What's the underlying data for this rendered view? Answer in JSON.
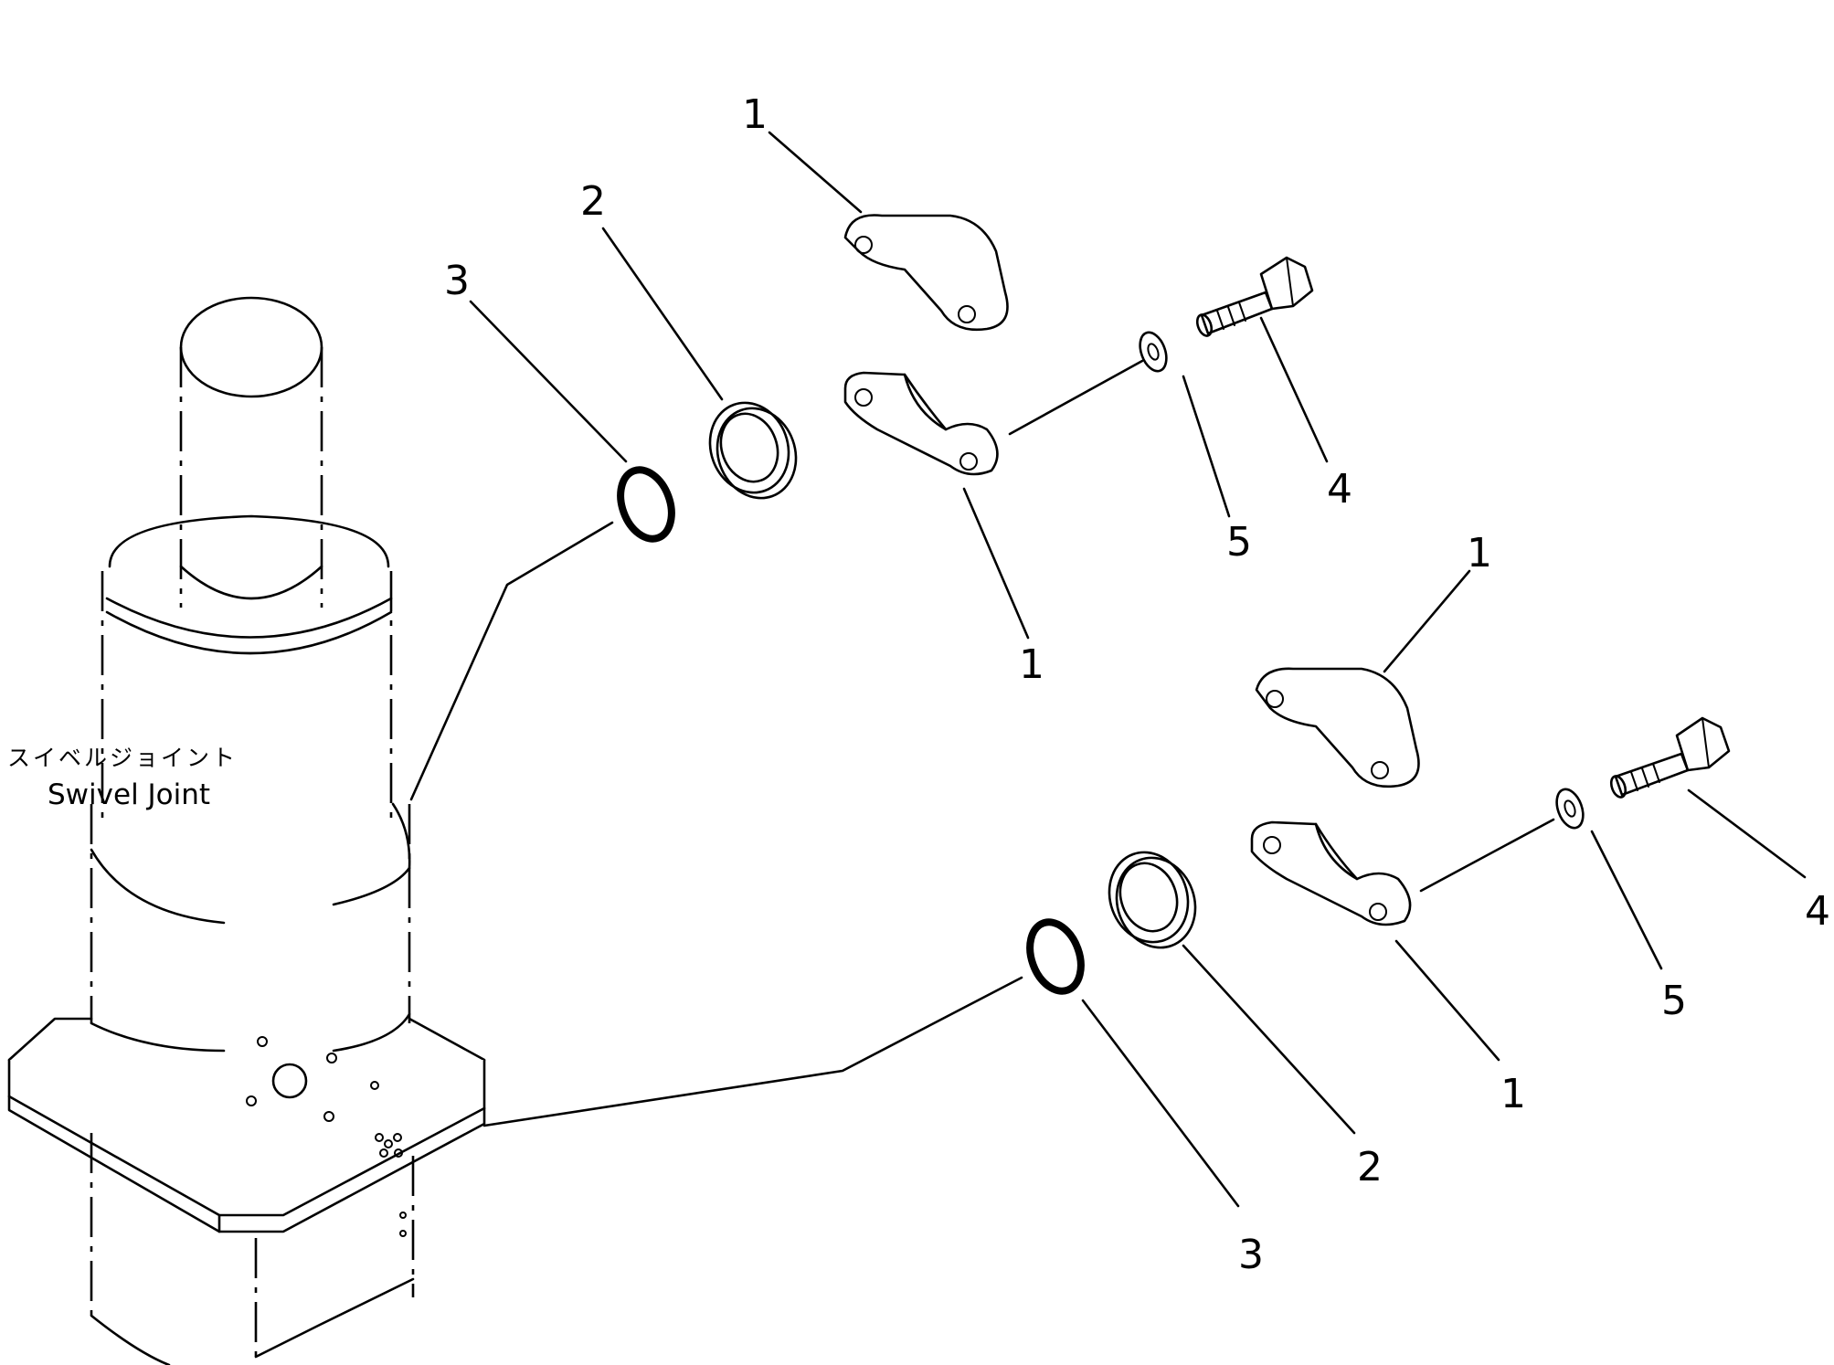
{
  "caption": {
    "japanese": "スイベルジョイント",
    "english": "Swivel Joint"
  },
  "callouts": {
    "upper": {
      "half_flange_top": "1",
      "seal_plate": "2",
      "o_ring": "3",
      "half_flange_bottom": "1",
      "washer": "5",
      "bolt": "4"
    },
    "lower": {
      "half_flange_top": "1",
      "bolt": "4",
      "washer": "5",
      "half_flange_bottom": "1",
      "seal_plate": "2",
      "o_ring": "3"
    }
  }
}
